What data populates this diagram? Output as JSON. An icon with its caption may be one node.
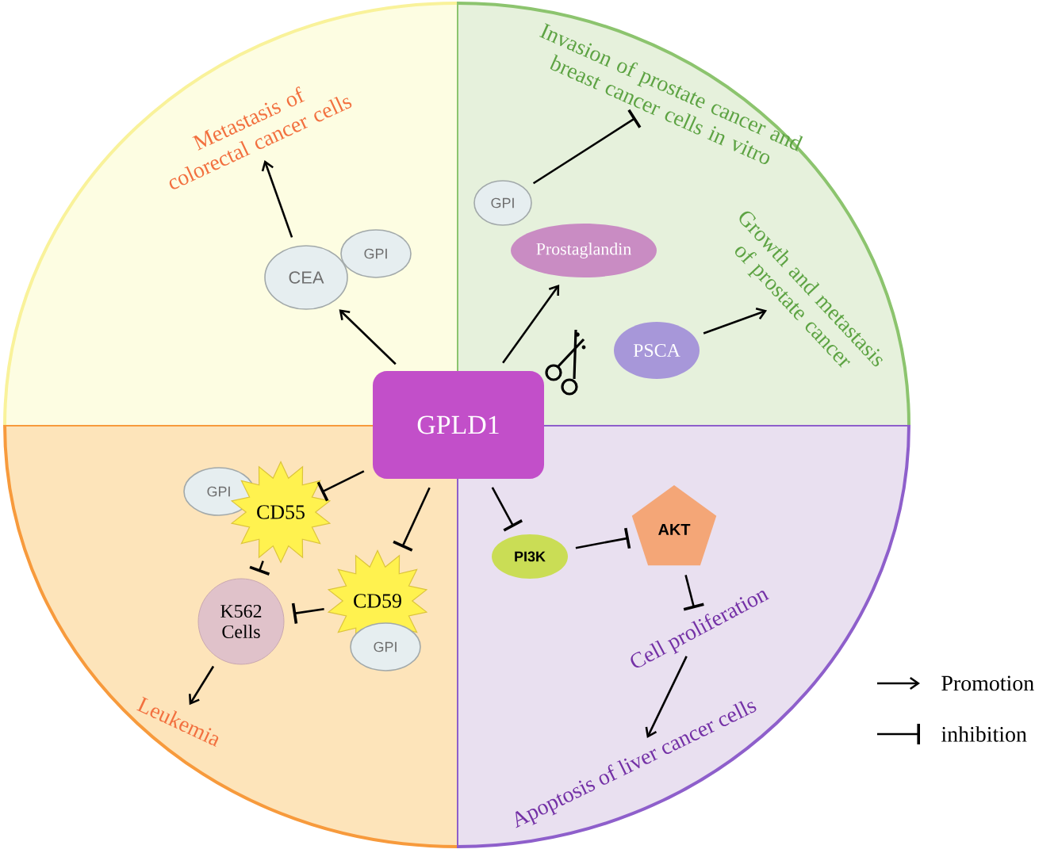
{
  "diagram": {
    "nodes": [
      {
        "text": [
          "GPLD1"
        ]
      },
      {
        "text": [
          "CEA"
        ]
      },
      {
        "text": [
          "GPI"
        ]
      },
      {
        "text": [
          "Metastasis of colorectal cancer cells"
        ]
      },
      {
        "text": [
          "GPI"
        ]
      },
      {
        "text": [
          "Prostaglandin"
        ]
      },
      {
        "text": [
          "Invasion of prostate cancer and breast cancer cells in vitro"
        ]
      },
      {
        "text": [
          "PSCA"
        ]
      },
      {
        "text": [
          "Growth and metastasis of prostate cancer"
        ]
      },
      {
        "text": [
          "GPI"
        ]
      },
      {
        "text": [
          "CD55"
        ]
      },
      {
        "text": [
          "CD59"
        ]
      },
      {
        "text": [
          "GPI"
        ]
      },
      {
        "text": [
          "K562 Cells"
        ]
      },
      {
        "text": [
          "Leukemia"
        ]
      },
      {
        "text": [
          "PI3K"
        ]
      },
      {
        "text": [
          "AKT"
        ]
      },
      {
        "text": [
          "Cell proliferation"
        ]
      },
      {
        "text": [
          "Apoptosis of liver cancer cells"
        ]
      }
    ],
    "edges": [
      {
        "from": 0,
        "to": 1,
        "arrow": "to"
      },
      {
        "from": 1,
        "to": 3,
        "arrow": "to"
      },
      {
        "from": 0,
        "to": 5,
        "arrow": "to"
      },
      {
        "from": 4,
        "to": 6,
        "arrow": "other"
      },
      {
        "from": 7,
        "to": 8,
        "arrow": "to"
      },
      {
        "from": 0,
        "to": 10,
        "arrow": "other"
      },
      {
        "from": 0,
        "to": 11,
        "arrow": "other"
      },
      {
        "from": 10,
        "to": 13,
        "arrow": "other"
      },
      {
        "from": 11,
        "to": 13,
        "arrow": "other"
      },
      {
        "from": 13,
        "to": 14,
        "arrow": "to"
      },
      {
        "from": 0,
        "to": 15,
        "arrow": "other"
      },
      {
        "from": 15,
        "to": 16,
        "arrow": "other"
      },
      {
        "from": 16,
        "to": 17,
        "arrow": "other"
      },
      {
        "from": 17,
        "to": 18,
        "arrow": "to"
      }
    ],
    "legend": [
      {
        "text": "Promotion"
      },
      {
        "text": "inhibition"
      }
    ]
  }
}
